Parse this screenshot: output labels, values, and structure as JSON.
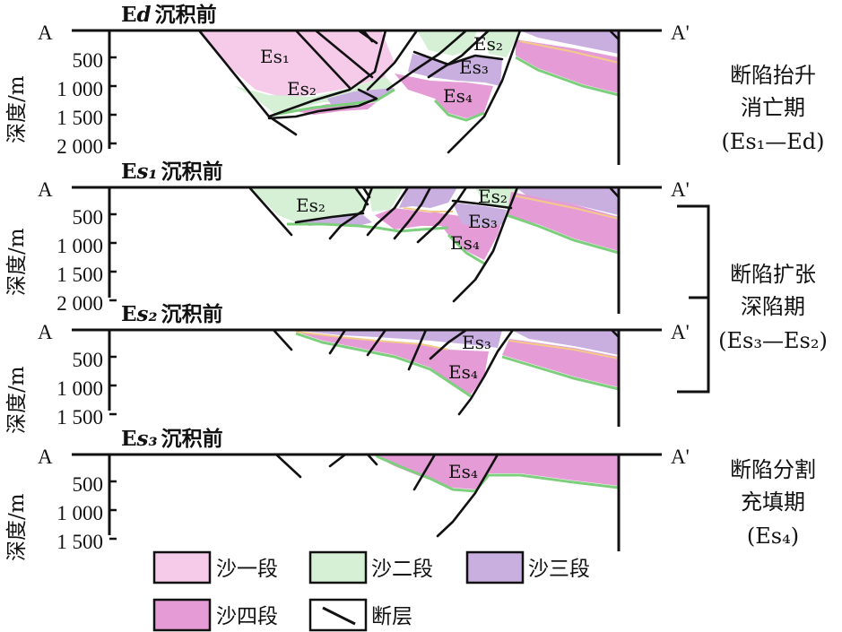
{
  "colors": {
    "es1": "#f6cbe9",
    "es2": "#d5f0d5",
    "es3": "#c9aee0",
    "es4": "#e59cd6",
    "es2_edge": "#7dcf7d",
    "es3_edge": "#f3c98a",
    "line": "#111111"
  },
  "section": {
    "left": "A",
    "right": "A'"
  },
  "axis": {
    "label": "深度/m"
  },
  "panels": [
    {
      "title_main": "E",
      "title_sub": "d",
      "title_tail": "沉积前",
      "ticks": [
        "500",
        "1 000",
        "1 500",
        "2 000"
      ]
    },
    {
      "title_main": "E",
      "title_sub": "s₁",
      "title_tail": "沉积前",
      "ticks": [
        "500",
        "1 000",
        "1 500",
        "2 000"
      ]
    },
    {
      "title_main": "E",
      "title_sub": "s₂",
      "title_tail": "沉积前",
      "ticks": [
        "500",
        "1 000",
        "1 500"
      ]
    },
    {
      "title_main": "E",
      "title_sub": "s₃",
      "title_tail": "沉积前",
      "ticks": [
        "500",
        "1 000",
        "1 500"
      ]
    }
  ],
  "unit_labels": {
    "es1": "Es₁",
    "es2": "Es₂",
    "es3": "Es₃",
    "es4": "Es₄"
  },
  "phases": [
    {
      "line1": "断陷抬升",
      "line2": "消亡期",
      "line3": "(Es₁—Ed)"
    },
    {
      "line1": "断陷扩张",
      "line2": "深陷期",
      "line3": "(Es₃—Es₂)"
    },
    {
      "line1": "断陷分割",
      "line2": "充填期",
      "line3": "(Es₄)"
    }
  ],
  "legend": [
    {
      "label": "沙一段",
      "key": "es1"
    },
    {
      "label": "沙二段",
      "key": "es2"
    },
    {
      "label": "沙三段",
      "key": "es3"
    },
    {
      "label": "沙四段",
      "key": "es4"
    },
    {
      "label": "断层",
      "key": "fault"
    }
  ]
}
